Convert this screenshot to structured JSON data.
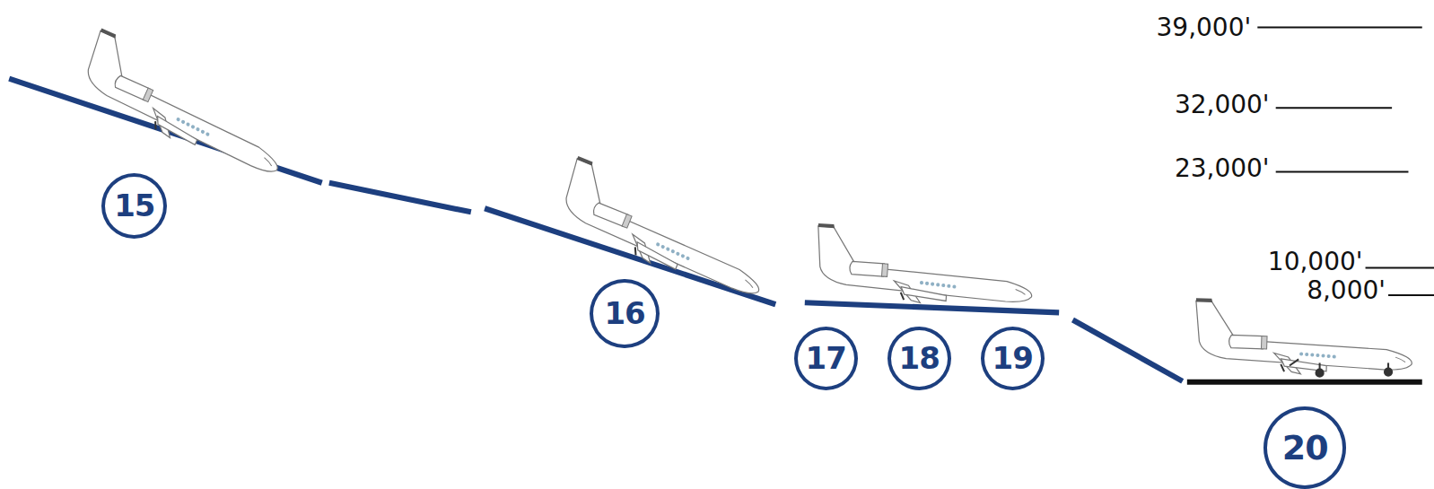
{
  "diagram": {
    "nodes": [
      {
        "text": [
          "15"
        ]
      },
      {
        "text": [
          "16"
        ]
      },
      {
        "text": [
          "17"
        ]
      },
      {
        "text": [
          "18"
        ]
      },
      {
        "text": [
          "19"
        ]
      },
      {
        "text": [
          "20"
        ]
      }
    ],
    "labels": [
      "39,000'",
      "32,000'",
      "23,000'",
      "10,000'",
      "8,000'"
    ]
  }
}
